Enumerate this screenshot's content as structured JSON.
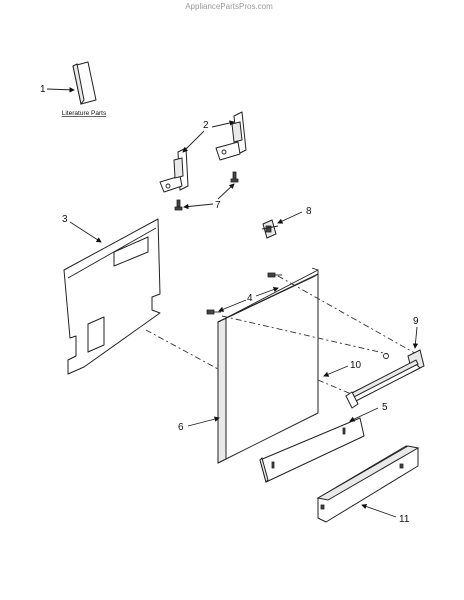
{
  "watermark": "AppliancePartsPros.com",
  "literature_label": "Literature Parts",
  "callouts": {
    "c1": "1",
    "c2": "2",
    "c3": "3",
    "c4": "4",
    "c5": "5",
    "c6": "6",
    "c7": "7",
    "c8": "8",
    "c9": "9",
    "c10": "10",
    "c11": "11"
  }
}
